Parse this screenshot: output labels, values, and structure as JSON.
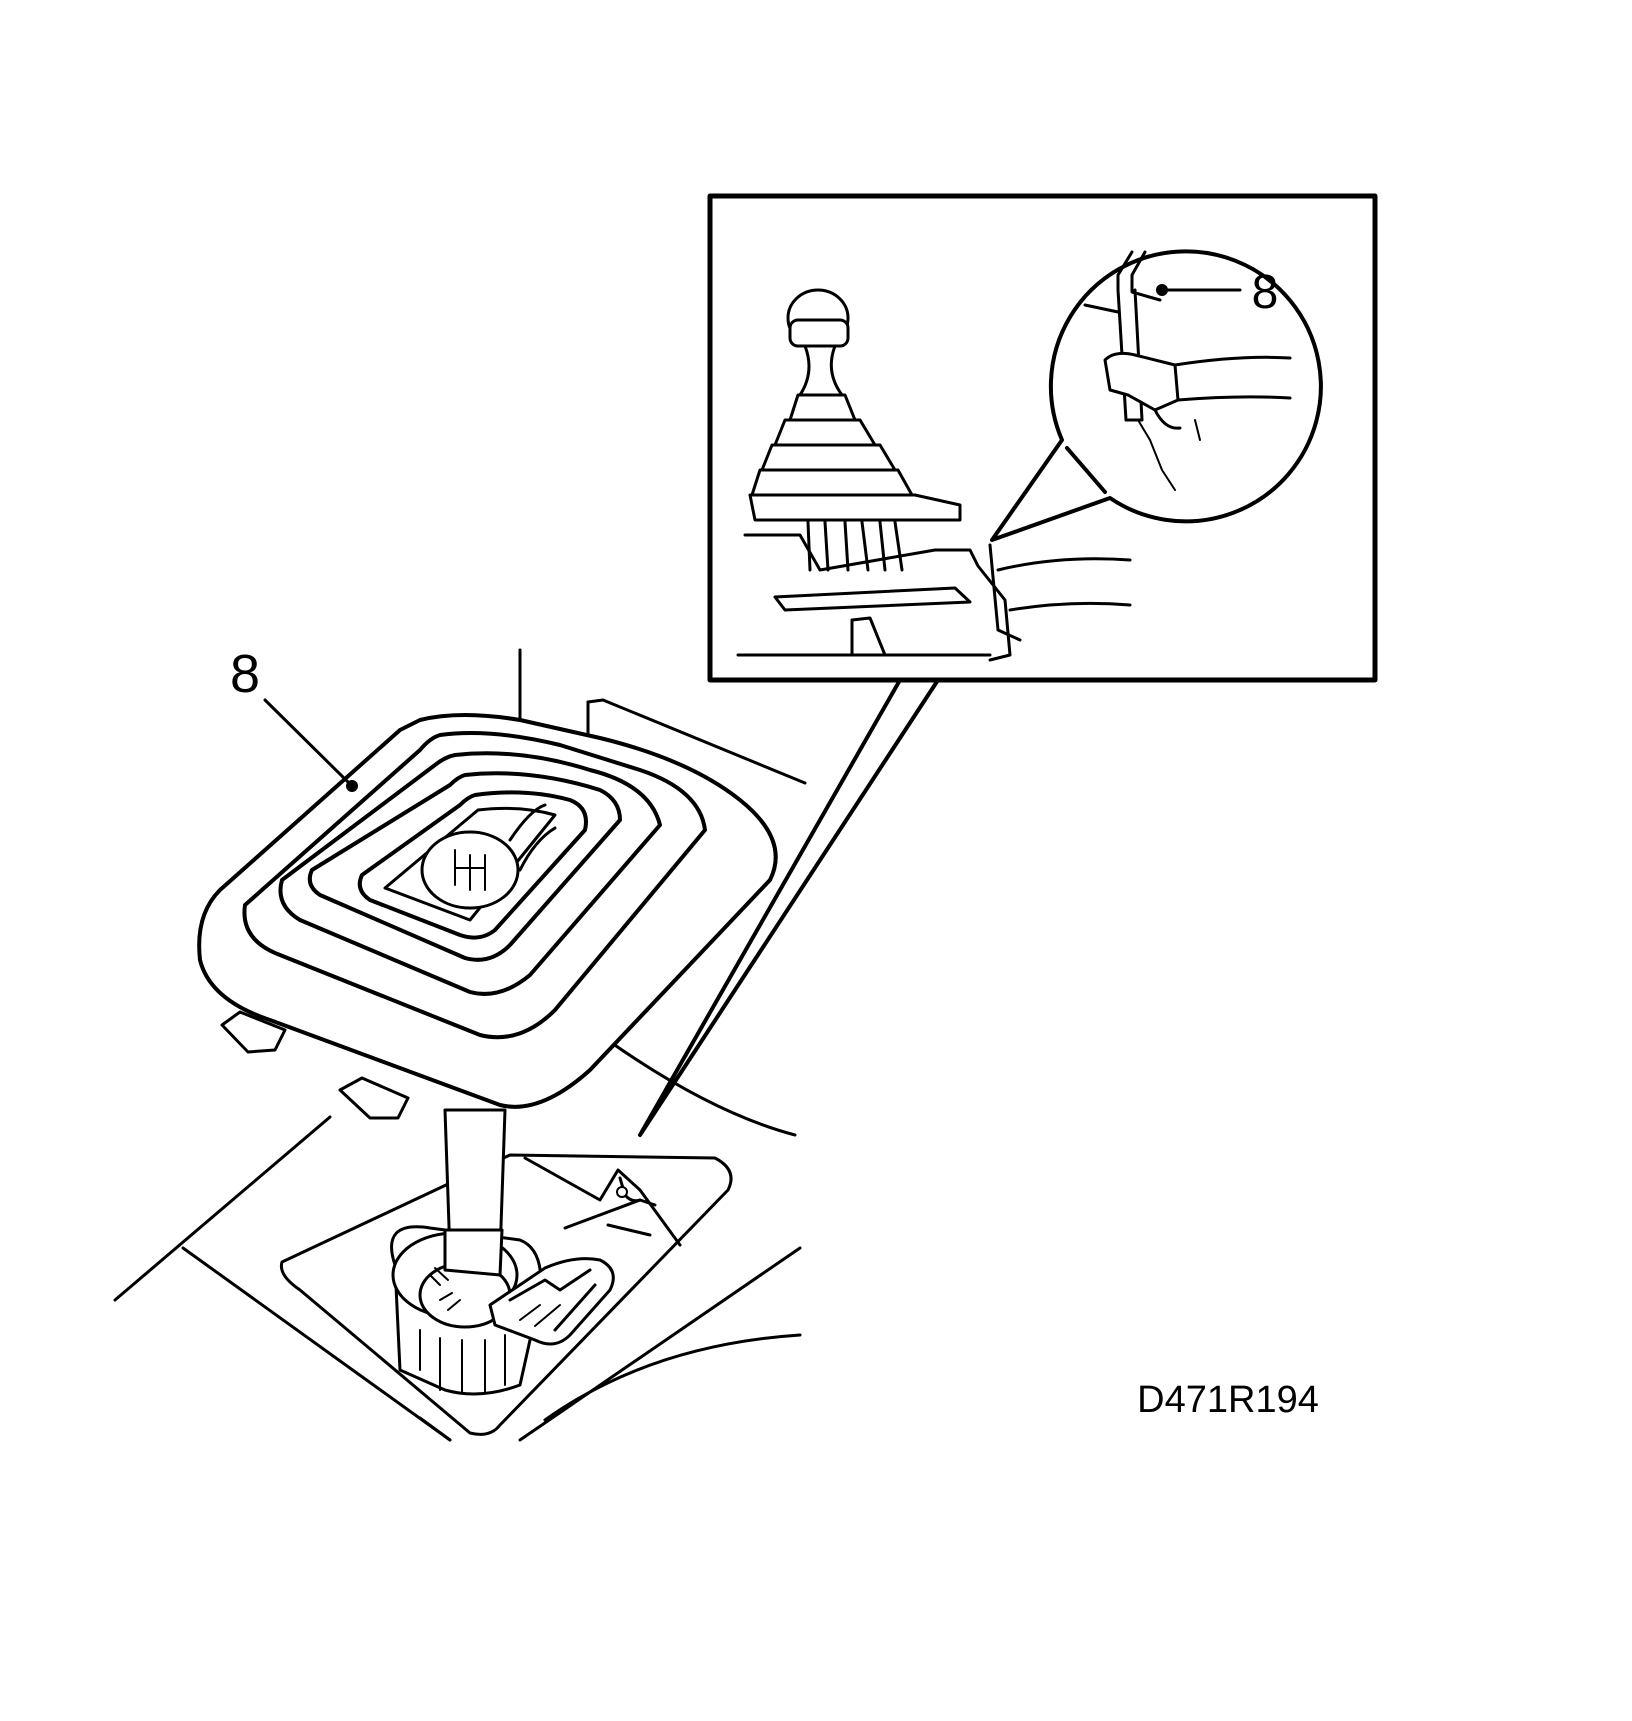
{
  "figure": {
    "figure_id": "D471R194",
    "callouts": [
      {
        "label": "8"
      },
      {
        "label": "8"
      }
    ],
    "colors": {
      "line": "#000000",
      "background": "#ffffff"
    }
  }
}
